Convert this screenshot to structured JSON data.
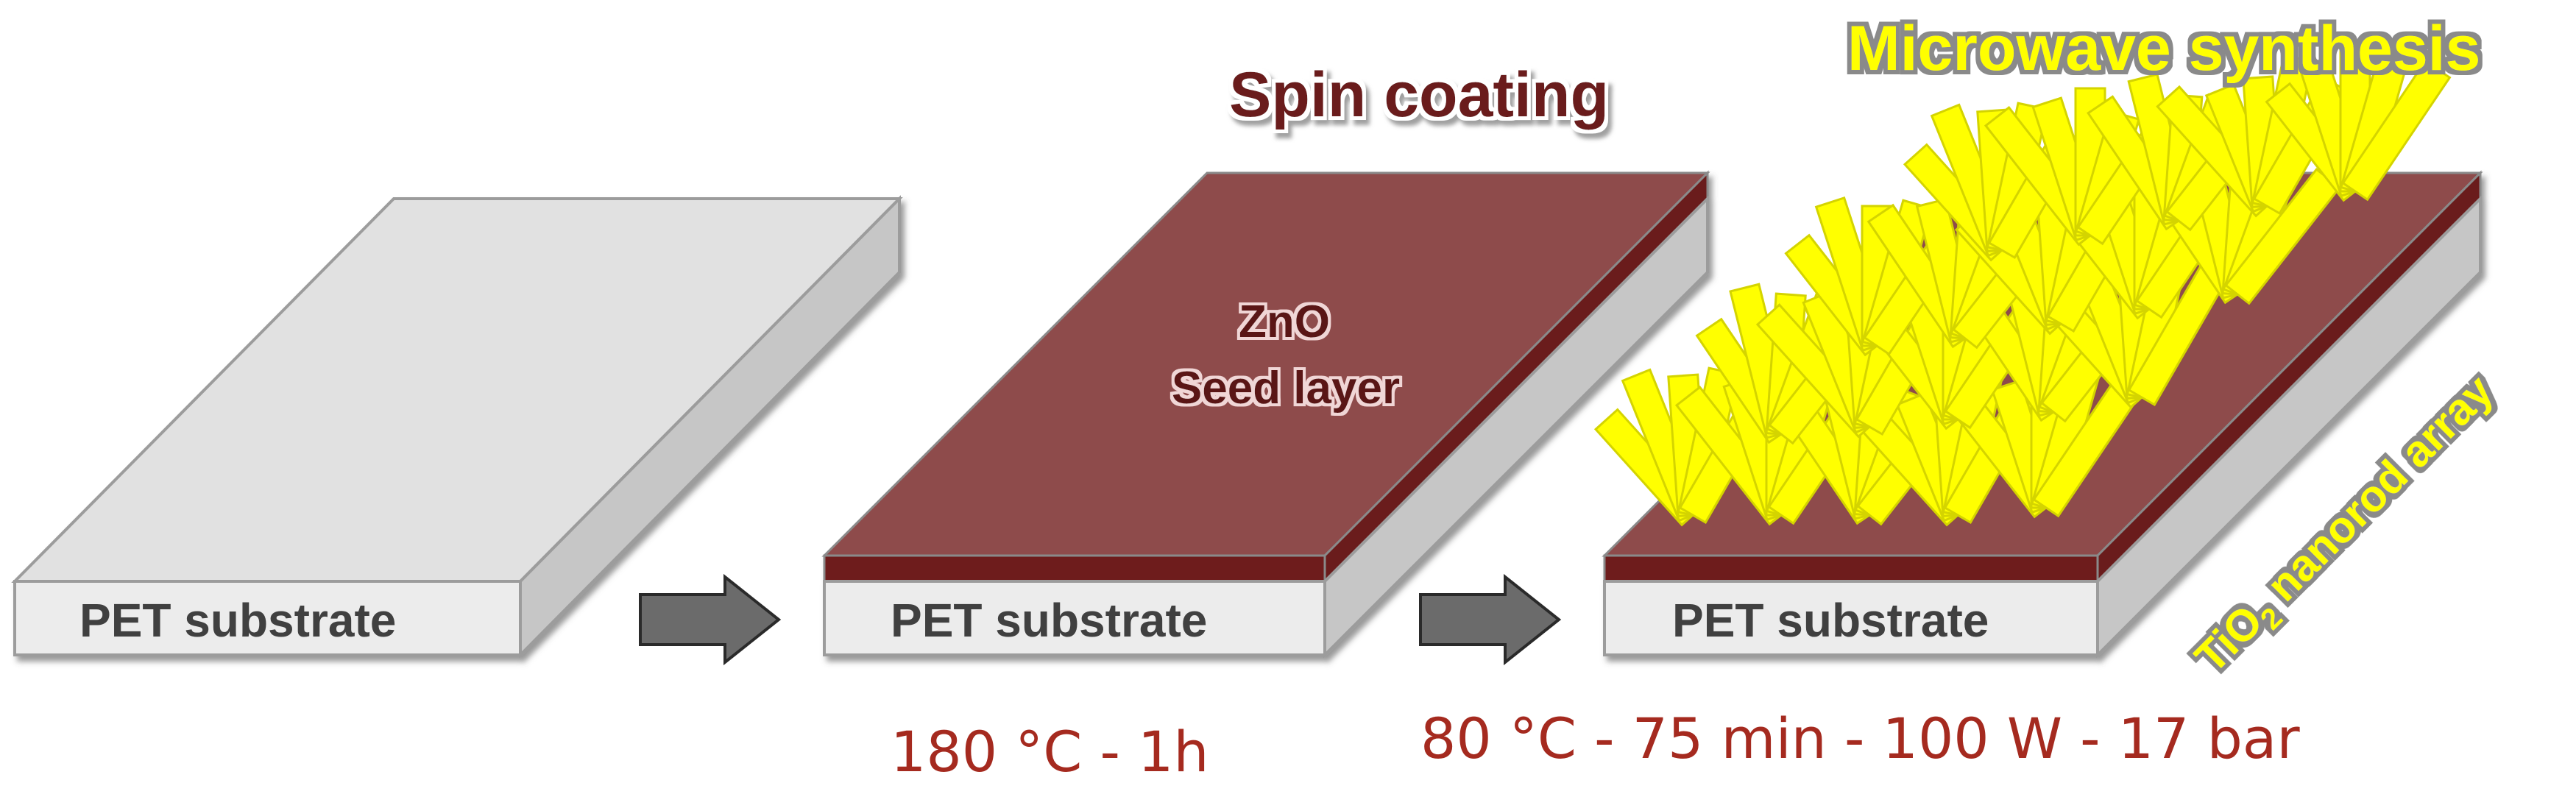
{
  "title_spin": "Spin coating",
  "title_microwave": "Microwave synthesis",
  "seed_line1": "ZnO",
  "seed_line2": "Seed layer",
  "substrate_label": "PET substrate",
  "nanorod_label_prefix": "TiO",
  "nanorod_label_sub": "2",
  "nanorod_label_suffix": " nanorod array",
  "cond_step1": "180 °C - 1h",
  "cond_step2": "80 °C - 75 min - 100 W - 17 bar",
  "colors": {
    "pet_top": "#e2e2e2",
    "pet_front": "#ebebeb",
    "pet_side": "#c4c4c4",
    "seed": "#8e4b4b",
    "seed_edge": "#6e1a1a",
    "rods": "#ffff00",
    "title_spin": "#6a1a1a",
    "condition_text": "#a52a1f",
    "arrow": "#6b6b6b"
  }
}
